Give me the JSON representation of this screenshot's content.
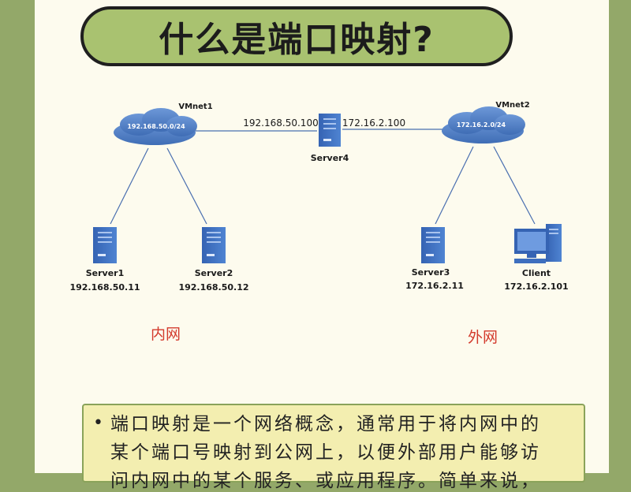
{
  "title": "什么是端口映射?",
  "colors": {
    "page_bg": "#93a869",
    "paper": "#fdfbee",
    "banner": "#a9c270",
    "cloud": "#4f7fc7",
    "server": "#3e6fbf",
    "line": "#4a6fb0",
    "zone_label": "#d33a2c",
    "note_bg": "#f3eeb0"
  },
  "diagram": {
    "networks": [
      {
        "name": "VMnet1",
        "subnet": "192.168.50.0/24",
        "icon": "cloud-icon"
      },
      {
        "name": "VMnet2",
        "subnet": "172.16.2.0/24",
        "icon": "cloud-icon"
      }
    ],
    "gateway": {
      "name": "Server4",
      "ip_left": "192.168.50.100",
      "ip_right": "172.16.2.100",
      "icon": "server-icon"
    },
    "nodes": [
      {
        "name": "Server1",
        "ip": "192.168.50.11",
        "icon": "server-icon"
      },
      {
        "name": "Server2",
        "ip": "192.168.50.12",
        "icon": "server-icon"
      },
      {
        "name": "Server3",
        "ip": "172.16.2.11",
        "icon": "server-icon"
      },
      {
        "name": "Client",
        "ip": "172.16.2.101",
        "icon": "computer-icon"
      }
    ],
    "zones": {
      "inner": "内网",
      "outer": "外网"
    }
  },
  "note": {
    "bullet": "•",
    "lines": [
      "端口映射是一个网络概念，通常用于将内网中的",
      "某个端口号映射到公网上，以便外部用户能够访",
      "问内网中的某个服务、或应用程序。简单来说，"
    ]
  }
}
